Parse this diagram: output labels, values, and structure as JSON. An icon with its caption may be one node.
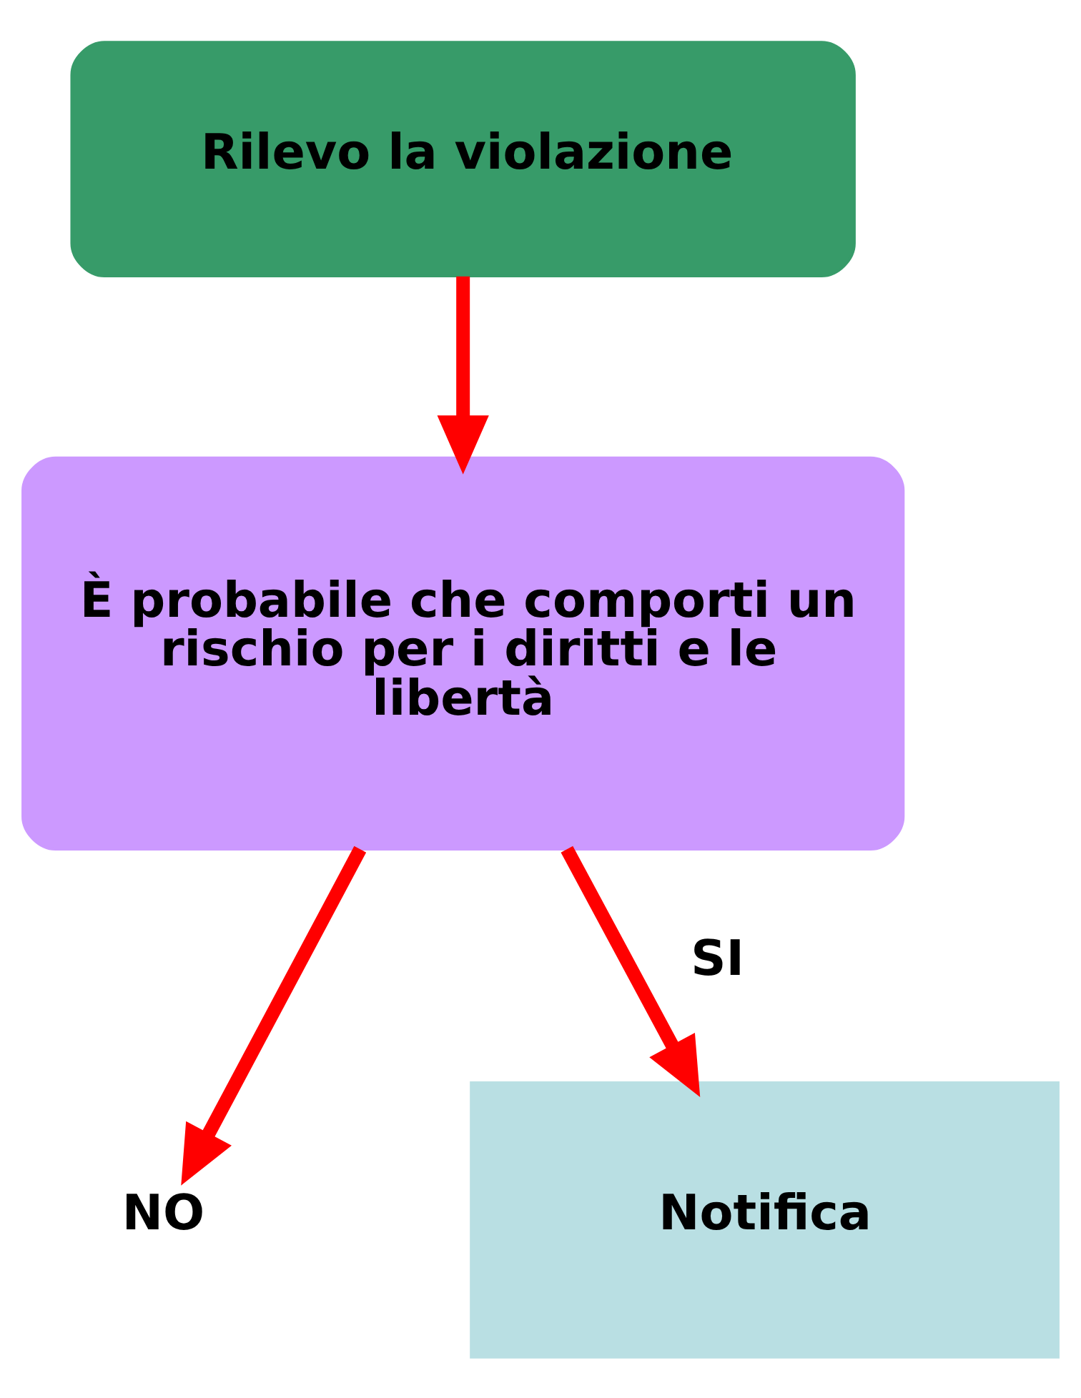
{
  "diagram": {
    "nodes": [
      {
        "text": [
          "Rilevo la violazione"
        ]
      },
      {
        "text": [
          "È probabile che comporti un rischio per i diritti e le libertà"
        ]
      },
      {
        "text": [
          "NO"
        ]
      },
      {
        "text": [
          "Notifica"
        ]
      }
    ],
    "edges": [
      {
        "from": 0,
        "to": 1,
        "arrow": "to",
        "color": "#ff0000"
      },
      {
        "from": 1,
        "to": 2,
        "arrow": "to",
        "color": "#ff0000"
      },
      {
        "from": 1,
        "to": 3,
        "label": "SI",
        "arrow": "to",
        "color": "#ff0000"
      }
    ]
  }
}
